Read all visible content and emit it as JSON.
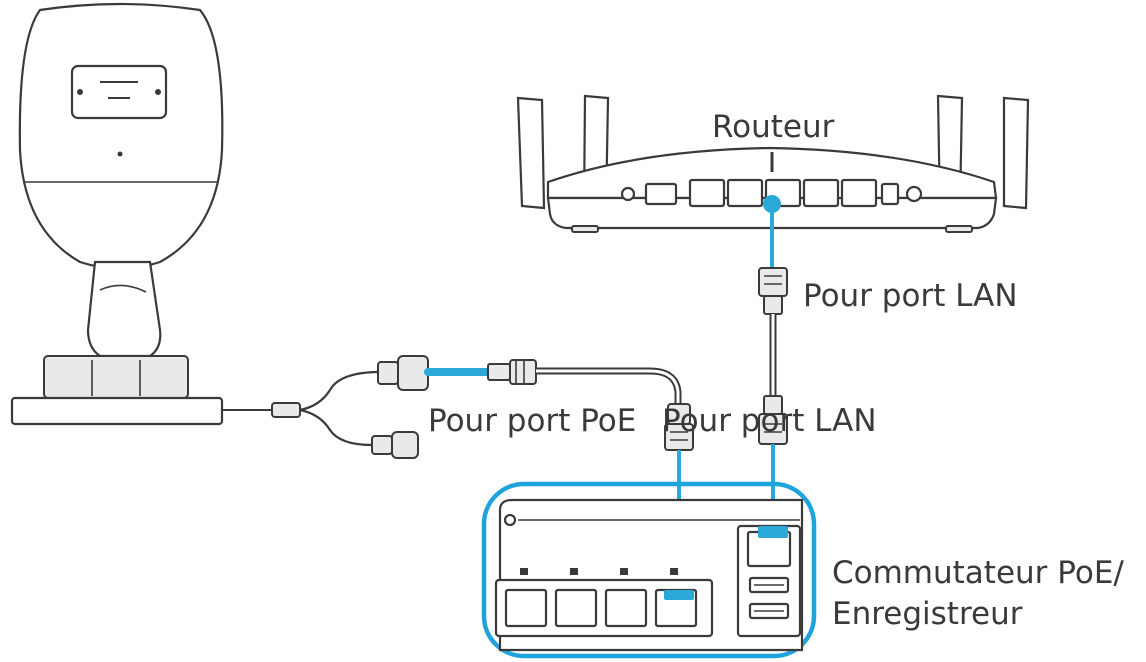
{
  "labels": {
    "router": "Routeur",
    "router_lan": "Pour port LAN",
    "camera_poe": "Pour port PoE",
    "switch_lan": "Pour port LAN",
    "switch_line1": "Commutateur PoE/",
    "switch_line2": "Enregistreur"
  },
  "colors": {
    "cable": "#2aa8d8",
    "switch_outline": "#1fa3dc",
    "line": "#3a3a3a"
  }
}
